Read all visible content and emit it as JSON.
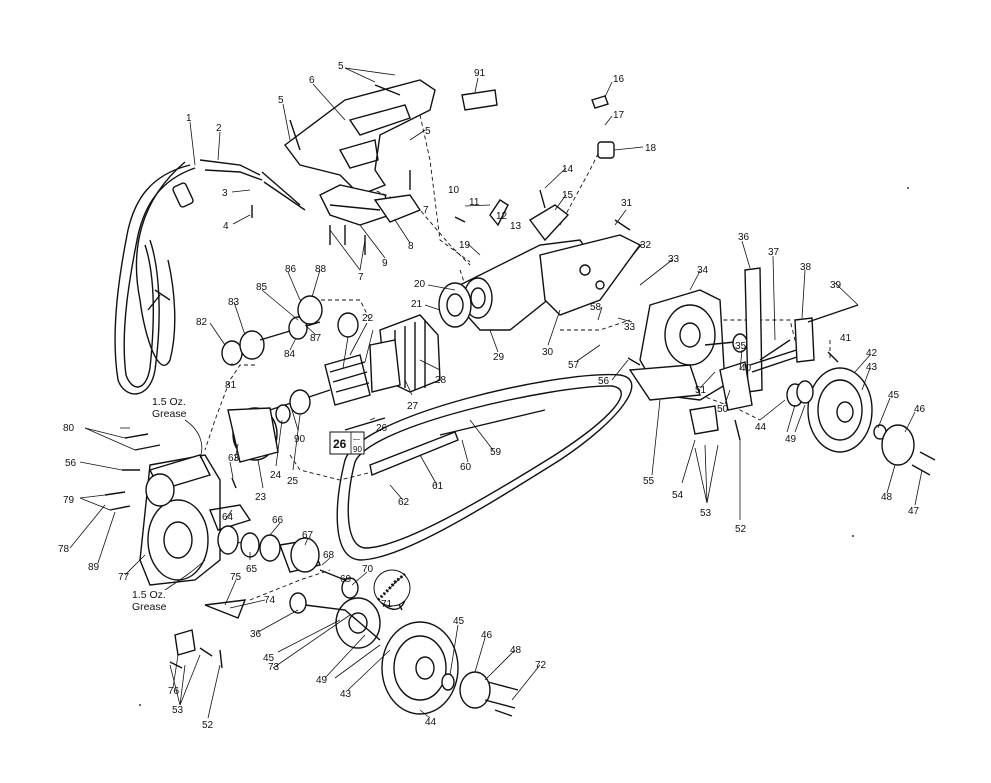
{
  "callouts": [
    "1",
    "2",
    "3",
    "4",
    "5",
    "5",
    "5",
    "6",
    "7",
    "7",
    "8",
    "9",
    "10",
    "11",
    "12",
    "13",
    "14",
    "15",
    "16",
    "17",
    "18",
    "19",
    "20",
    "21",
    "22",
    "23",
    "24",
    "25",
    "26",
    "27",
    "28",
    "29",
    "30",
    "31",
    "32",
    "33",
    "33",
    "34",
    "35",
    "36",
    "36",
    "37",
    "38",
    "39",
    "40",
    "41",
    "42",
    "43",
    "43",
    "44",
    "44",
    "45",
    "45",
    "45",
    "46",
    "46",
    "47",
    "48",
    "48",
    "49",
    "49",
    "50",
    "51",
    "52",
    "52",
    "53",
    "53",
    "54",
    "55",
    "56",
    "56",
    "57",
    "58",
    "59",
    "60",
    "61",
    "62",
    "63",
    "64",
    "65",
    "66",
    "67",
    "68",
    "69",
    "70",
    "71",
    "72",
    "73",
    "74",
    "75",
    "76",
    "77",
    "78",
    "79",
    "80",
    "81",
    "82",
    "83",
    "84",
    "85",
    "86",
    "87",
    "88",
    "89",
    "90",
    "91"
  ],
  "notes": {
    "grease_top_qty": "1.5 Oz.",
    "grease_top_word": "Grease",
    "grease_bottom_qty": "1.5 Oz.",
    "grease_bottom_word": "Grease",
    "box_left": "26",
    "box_right_top": "—",
    "box_right_bottom": "90"
  }
}
